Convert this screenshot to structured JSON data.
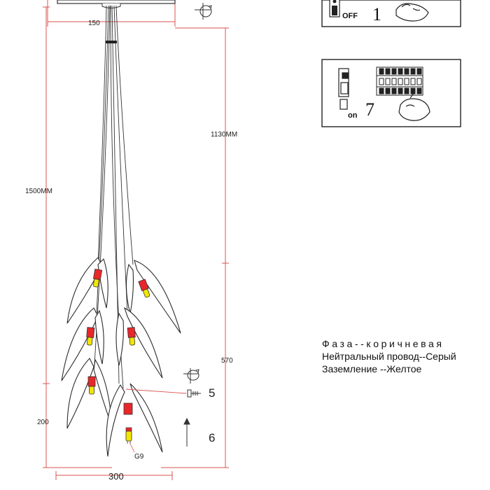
{
  "dimensions": {
    "canopy_width": "150",
    "total_drop": "1500MM",
    "cable_length": "1130MM",
    "cluster_height": "570",
    "lower_part": "200",
    "cluster_width": "300"
  },
  "lamp": {
    "type": "G9"
  },
  "steps": {
    "switch_off": {
      "label": "OFF",
      "number": "1"
    },
    "switch_on": {
      "label": "on",
      "number": "7"
    },
    "screw": {
      "number": "5"
    },
    "insert": {
      "number": "6"
    }
  },
  "wiring_legend": {
    "phase": "Фаза--коричневая",
    "neutral": "Нейтральный провод--Серый",
    "ground": "Заземление --Желтое"
  },
  "colors": {
    "dimension_line": "#d9534f",
    "bulb_red": "#e8272a",
    "bulb_yellow": "#f2e600",
    "outline": "#333333"
  }
}
